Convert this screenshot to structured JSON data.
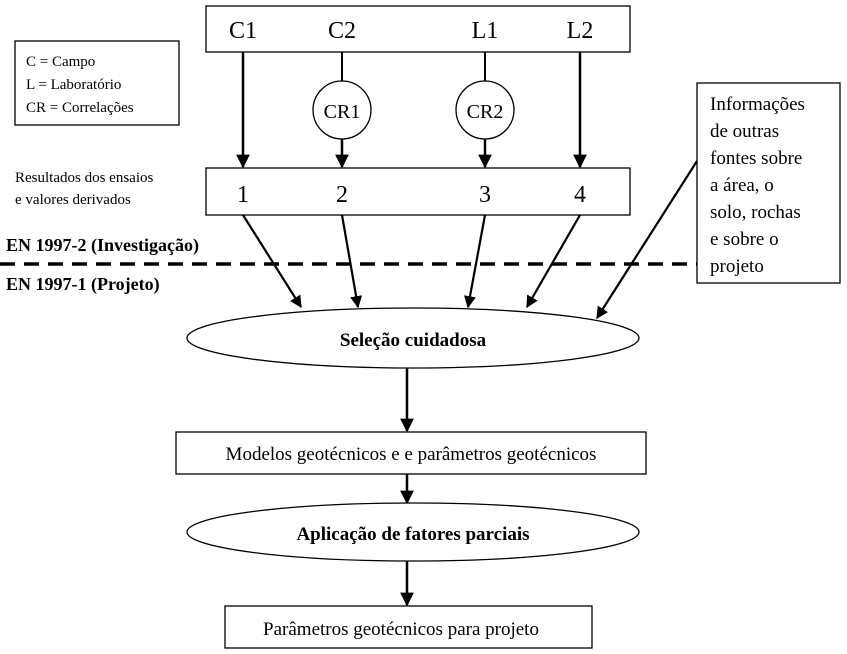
{
  "legend": [
    "C = Campo",
    "L = Laboratório",
    "CR = Correlações"
  ],
  "sources": [
    "C1",
    "C2",
    "L1",
    "L2"
  ],
  "correlations": [
    "CR1",
    "CR2"
  ],
  "results_label": [
    "Resultados dos ensaios",
    "e valores derivados"
  ],
  "results": [
    "1",
    "2",
    "3",
    "4"
  ],
  "standards": {
    "investigation": "EN 1997-2 (Investigação)",
    "design": "EN 1997-1 (Projeto)"
  },
  "other_info": [
    "Informações",
    "de outras",
    "fontes sobre",
    "a área, o",
    "solo, rochas",
    "e sobre o",
    "projeto"
  ],
  "selection": "Seleção cuidadosa",
  "models": "Modelos geotécnicos e e parâmetros geotécnicos",
  "partial_factors": "Aplicação de fatores parciais",
  "design_params": "Parâmetros geotécnicos para projeto"
}
